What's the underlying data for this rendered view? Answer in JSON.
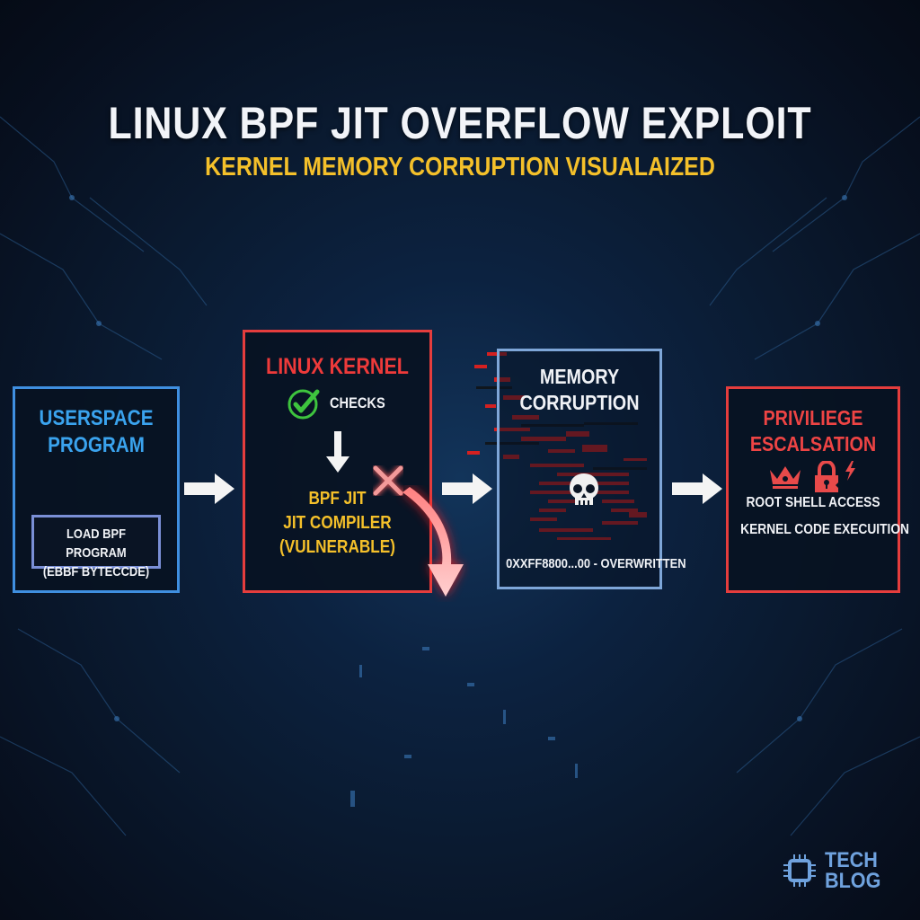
{
  "header": {
    "title": "LINUX BPF JIT OVERFLOW EXPLOIT",
    "subtitle": "KERNEL MEMORY CORRUPTION VISUALAIZED"
  },
  "colors": {
    "background": "#0a1a30",
    "title": "#f2f4f8",
    "subtitle": "#f4c02a",
    "userspace_accent": "#3f8fe0",
    "kernel_accent": "#e53d3d",
    "memory_accent": "#7ea6d8",
    "check_green": "#3ec43e",
    "logo": "#6fa2de"
  },
  "stages": [
    {
      "id": "userspace",
      "title_line1": "USERSPACE",
      "title_line2": "PROGRAM",
      "inner_line1": "LOAD BPF PROGRAM",
      "inner_line2": "(EBBF BYTECCDE)"
    },
    {
      "id": "kernel",
      "title": "LINUX KERNEL",
      "checks_label": "CHECKS",
      "checks_icon": "check-circle-icon",
      "jit_line1": "BPF JIT",
      "jit_line2": "JIT COMPILER",
      "jit_line3": "(VULNERABLE)",
      "failure_icon": "x-mark-icon",
      "bypass_arrow": "curved-arrow-icon"
    },
    {
      "id": "memory",
      "title_line1": "MEMORY",
      "title_line2": "CORRUPTION",
      "icon": "skull-icon",
      "address": "0XXFF8800...00 - OVERWRITTEN"
    },
    {
      "id": "privilege",
      "title_line1": "PRIVILIEGE",
      "title_line2": "ESCALSATION",
      "icons": [
        "crown-icon",
        "broken-lock-icon",
        "lightning-icon"
      ],
      "line1": "ROOT SHELL ACCESS",
      "line2": "KERNEL CODE EXECUITION"
    }
  ],
  "flow_arrows": [
    "userspace-to-kernel",
    "kernel-to-memory",
    "memory-to-privilege"
  ],
  "logo": {
    "icon": "chip-icon",
    "line1": "TECH",
    "line2": "BLOG"
  }
}
